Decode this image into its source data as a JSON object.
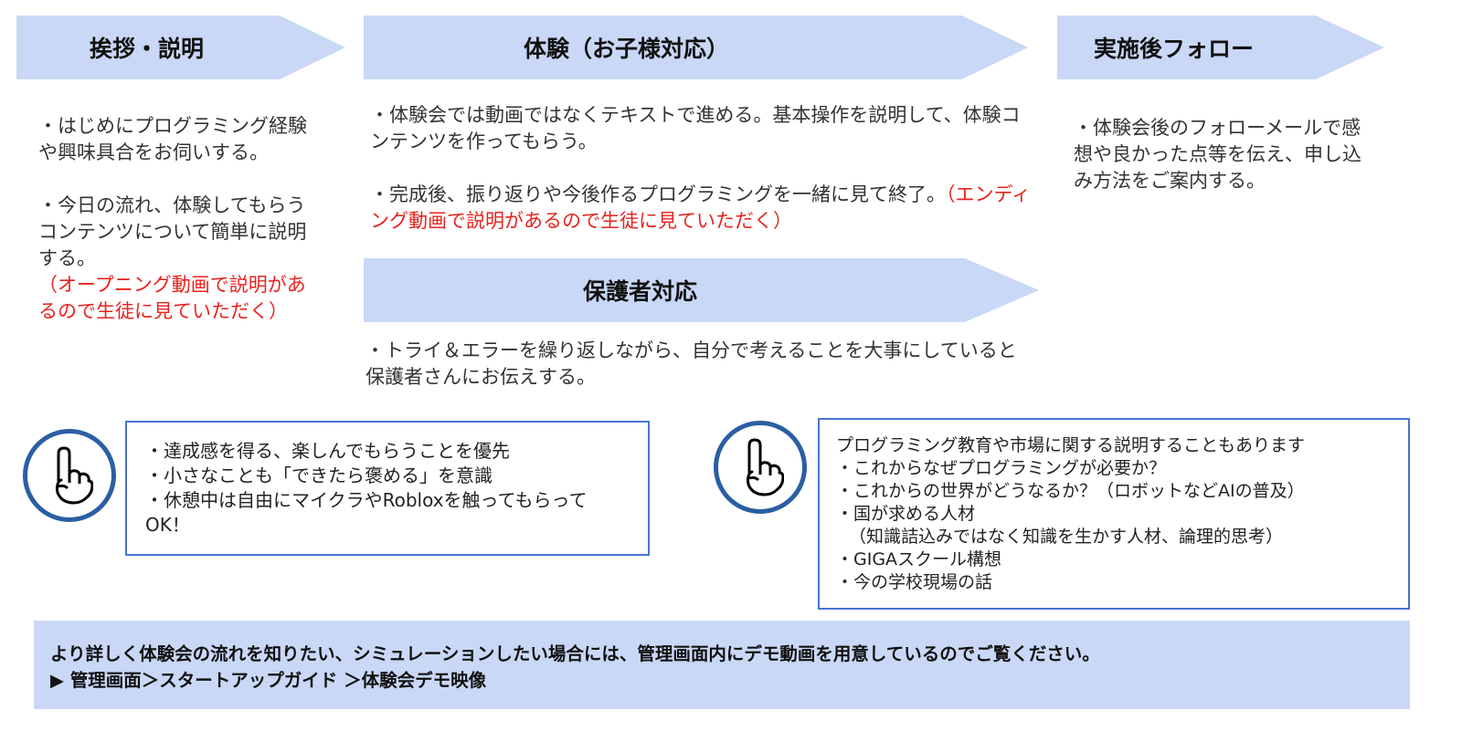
{
  "steps": {
    "greeting": {
      "title": "挨拶・説明",
      "p1": "・はじめにプログラミング経験や興味具合をお伺いする。",
      "p2": "・今日の流れ、体験してもらうコンテンツについて簡単に説明する。",
      "p2_note": "（オープニング動画で説明があるので生徒に見ていただく）"
    },
    "experience": {
      "title": "体験（お子様対応）",
      "p1": "・体験会では動画ではなくテキストで進める。基本操作を説明して、体験コンテンツを作ってもらう。",
      "p2": "・完成後、振り返りや今後作るプログラミングを一緒に見て終了。",
      "p2_note": "（エンディング動画で説明があるので生徒に見ていただく）"
    },
    "parents": {
      "title": "保護者対応",
      "p1": "・トライ＆エラーを繰り返しながら、自分で考えることを大事にしていると保護者さんにお伝えする。"
    },
    "followup": {
      "title": "実施後フォロー",
      "p1": "・体験会後のフォローメールで感想や良かった点等を伝え、申し込み方法をご案内する。"
    }
  },
  "tips_left": {
    "icon": "pointing-hand-icon",
    "lines": [
      "・達成感を得る、楽しんでもらうことを優先",
      "・小さなことも「できたら褒める」を意識",
      "・休憩中は自由にマイクラやRobloxを触ってもらってOK！"
    ]
  },
  "tips_right": {
    "icon": "pointing-hand-icon",
    "intro": "プログラミング教育や市場に関する説明することもあります",
    "lines": [
      "・これからなぜプログラミングが必要か？",
      "・これからの世界がどうなるか？（ロボットなどAIの普及）",
      "・国が求める人材",
      "（知識詰込みではなく知識を生かす人材、論理的思考）",
      "・GIGAスクール構想",
      "・今の学校現場の話"
    ]
  },
  "banner": {
    "line1": "より詳しく体験会の流れを知りたい、シミュレーションしたい場合には、管理画面内にデモ動画を用意しているのでご覧ください。",
    "line2": "▶ 管理画面＞スタートアップガイド ＞体験会デモ映像"
  },
  "colors": {
    "arrow": "#c9d8f6",
    "accent_red": "#e8231d",
    "circle": "#2b5ea3",
    "box_border": "#4a74d0"
  }
}
